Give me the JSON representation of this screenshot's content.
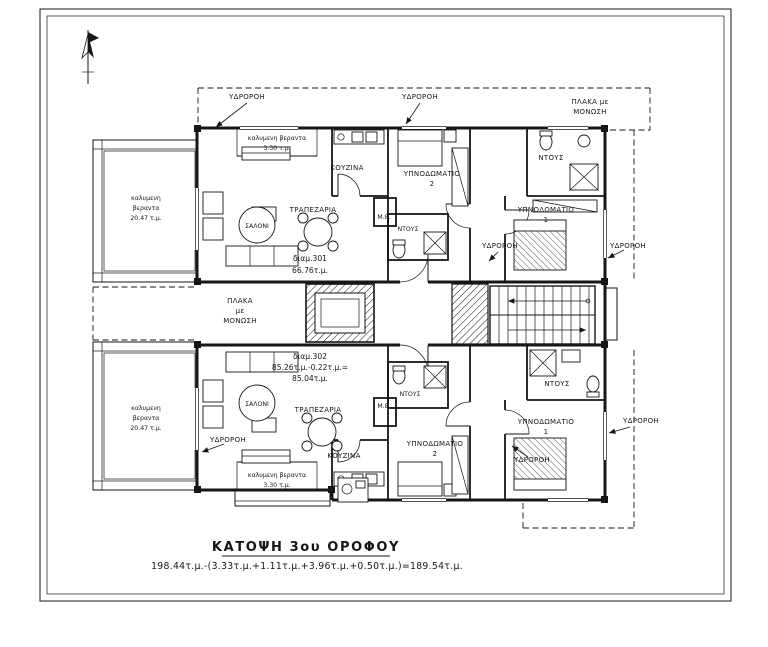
{
  "sheet": {
    "title": "ΚΑΤΟΨΗ 3ου ΟΡΟΦΟΥ",
    "calculation": "198.44τ.μ.-(3.33τ.μ.+1.11τ.μ.+3.96τ.μ.+0.50τ.μ.)=189.54τ.μ."
  },
  "apartments": {
    "apt301": {
      "name": "διαμ.301",
      "area": "66.76τ.μ."
    },
    "apt302": {
      "name": "διαμ.302",
      "calc": "85.26τ.μ.-0.22τ.μ.=",
      "area": "85.04τ.μ."
    }
  },
  "labels": {
    "gutter": "ΥΔΡΟΡΟΗ",
    "kitchen": "ΚΟΥΖΙΝΑ",
    "salon": "ΣΑΛΟΝΙ",
    "dining": "ΤΡΑΠΕΖΑΡΙΑ",
    "bedroom": "ΥΠΝΟΔΩΜΑΤΙΟ",
    "no1": "1",
    "no2": "2",
    "shower": "ΝΤΟΥΣ",
    "mech": "Μ.Ε.",
    "slab_l1": "ΠΛΑΚΑ",
    "slab_l2": "με",
    "slab_l3": "ΜΟΝΩΣΗ",
    "slab_top_l1": "ΠΛΑΚΑ με",
    "slab_top_l2": "ΜΟΝΩΣΗ",
    "ver_small_l1": "καλυμενη βεραντα",
    "ver_small_l2": "3.30 τ.μ.",
    "ver_large_l1": "καλυμενη",
    "ver_large_l2": "βεραντα",
    "ver_large_l3": "20.47 τ.μ."
  }
}
